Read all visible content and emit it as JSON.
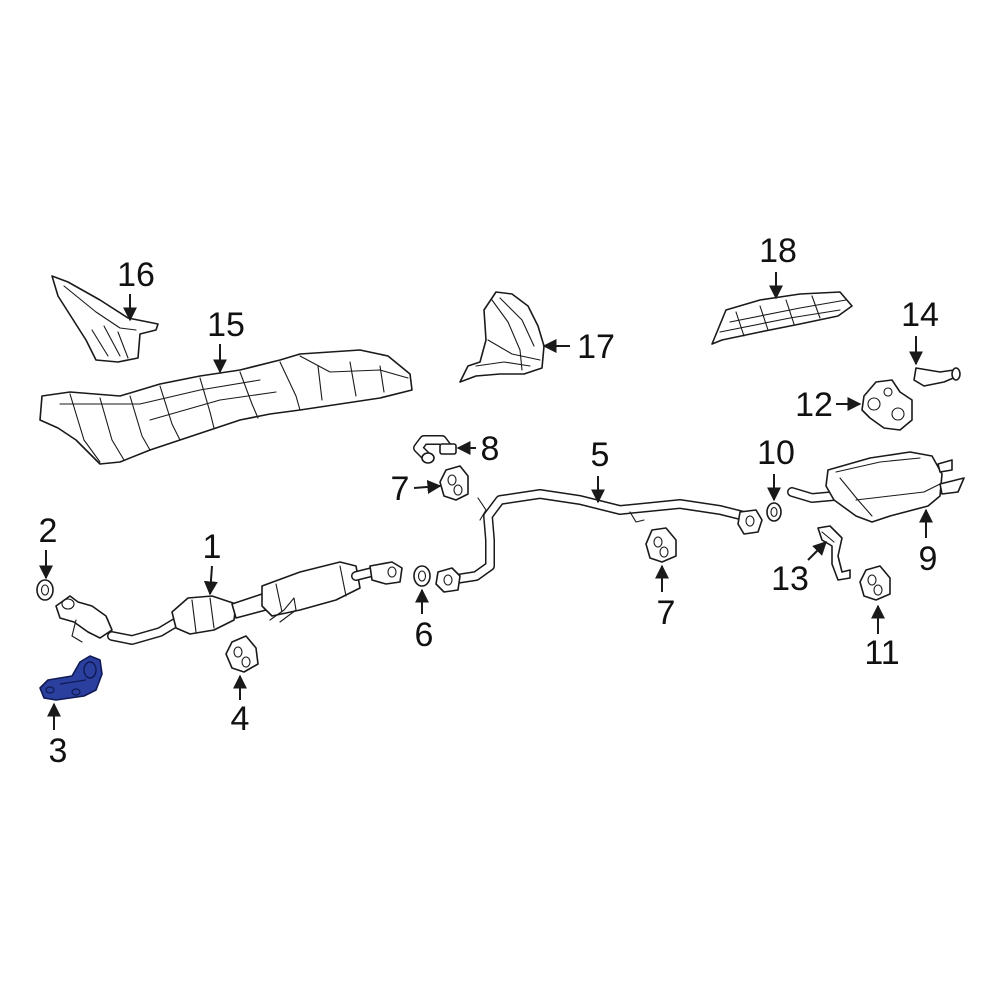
{
  "diagram": {
    "highlight_color": "#2b3f9e",
    "highlighted_part": "3",
    "callouts": [
      {
        "id": "c1",
        "label": "1"
      },
      {
        "id": "c2",
        "label": "2"
      },
      {
        "id": "c3",
        "label": "3"
      },
      {
        "id": "c4",
        "label": "4"
      },
      {
        "id": "c5",
        "label": "5"
      },
      {
        "id": "c6",
        "label": "6"
      },
      {
        "id": "c7a",
        "label": "7"
      },
      {
        "id": "c7b",
        "label": "7"
      },
      {
        "id": "c8",
        "label": "8"
      },
      {
        "id": "c9",
        "label": "9"
      },
      {
        "id": "c10",
        "label": "10"
      },
      {
        "id": "c11",
        "label": "11"
      },
      {
        "id": "c12",
        "label": "12"
      },
      {
        "id": "c13",
        "label": "13"
      },
      {
        "id": "c14",
        "label": "14"
      },
      {
        "id": "c15",
        "label": "15"
      },
      {
        "id": "c16",
        "label": "16"
      },
      {
        "id": "c17",
        "label": "17"
      },
      {
        "id": "c18",
        "label": "18"
      }
    ]
  }
}
